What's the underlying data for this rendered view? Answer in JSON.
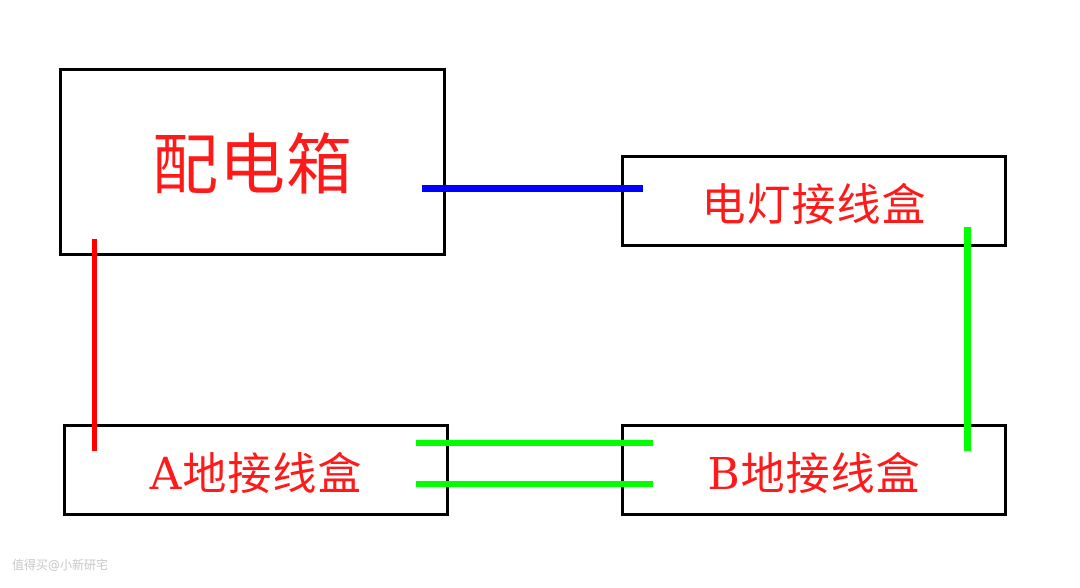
{
  "boxes": {
    "distribution_box": {
      "label": "配电箱"
    },
    "light_junction_box": {
      "label": "电灯接线盒"
    },
    "a_junction_box": {
      "label": "A地接线盒"
    },
    "b_junction_box": {
      "label": "B地接线盒"
    }
  },
  "wires": {
    "live_wire_color": "#ff0000",
    "neutral_wire_color": "#0000ff",
    "switch_wire_color": "#00ff00"
  },
  "watermark": "值得买@小新研宅"
}
